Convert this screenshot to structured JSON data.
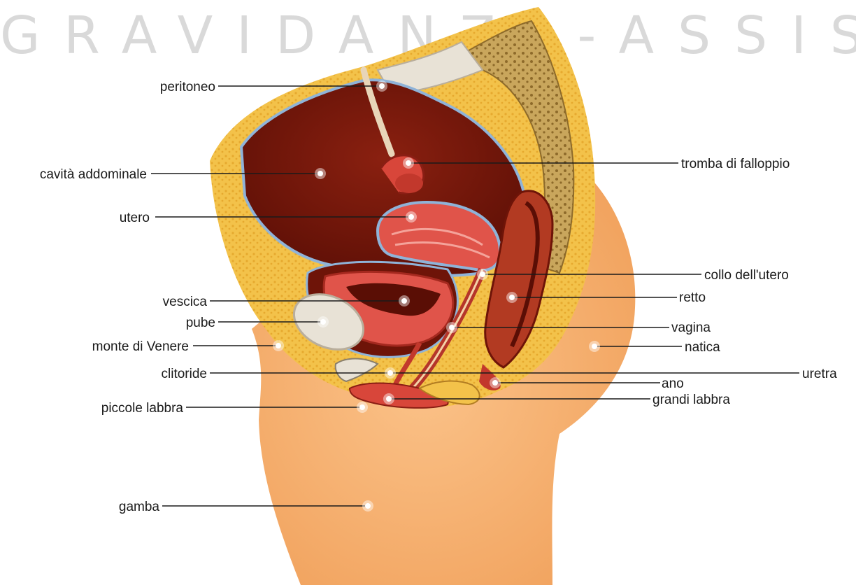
{
  "watermark": "GRAVIDANZA-ASSISTITA.it",
  "labels": {
    "peritoneo": "peritoneo",
    "cavita_addominale": "cavità addominale",
    "utero": "utero",
    "vescica": "vescica",
    "pube": "pube",
    "monte_di_venere": "monte di Venere",
    "clitoride": "clitoride",
    "piccole_labbra": "piccole labbra",
    "gamba": "gamba",
    "tromba_di_falloppio": "tromba di falloppio",
    "collo_dell_utero": "collo dell'utero",
    "retto": "retto",
    "vagina": "vagina",
    "natica": "natica",
    "uretra": "uretra",
    "ano": "ano",
    "grandi_labbra": "grandi labbra"
  },
  "colors": {
    "skin": "#f6ae6b",
    "fat": "#f3c24a",
    "cavity": "#6e1408",
    "organ": "#e0544a",
    "membrane": "#8fb3d8",
    "bone": "#e8e2d6",
    "sacrum": "#c9a65c"
  }
}
